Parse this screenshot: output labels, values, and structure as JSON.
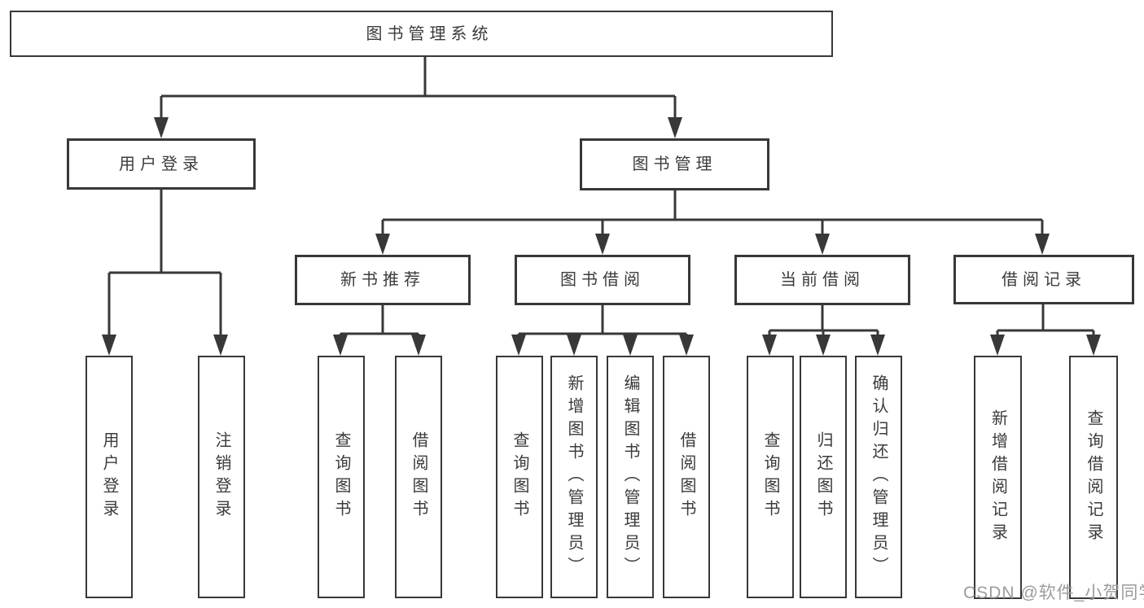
{
  "diagram": {
    "title": "图书管理系统",
    "nodes": {
      "root": "图书管理系统",
      "level1": {
        "login": "用户登录",
        "mgmt": "图书管理"
      },
      "level2": {
        "newbook": "新书推荐",
        "borrow": "图书借阅",
        "current": "当前借阅",
        "records": "借阅记录"
      },
      "leaves": {
        "login": [
          "用户登录",
          "注销登录"
        ],
        "newbook": [
          "查询图书",
          "借阅图书"
        ],
        "borrow": [
          "查询图书",
          "新增图书（管理员）",
          "编辑图书（管理员）",
          "借阅图书"
        ],
        "current": [
          "查询图书",
          "归还图书",
          "确认归还（管理员）"
        ],
        "records": [
          "新增借阅记录",
          "查询借阅记录"
        ]
      }
    },
    "edges": [
      "图书管理系统→用户登录",
      "图书管理系统→图书管理",
      "用户登录→用户登录",
      "用户登录→注销登录",
      "图书管理→新书推荐",
      "图书管理→图书借阅",
      "图书管理→当前借阅",
      "图书管理→借阅记录",
      "新书推荐→查询图书",
      "新书推荐→借阅图书",
      "图书借阅→查询图书",
      "图书借阅→新增图书（管理员）",
      "图书借阅→编辑图书（管理员）",
      "图书借阅→借阅图书",
      "当前借阅→查询图书",
      "当前借阅→归还图书",
      "当前借阅→确认归还（管理员）",
      "借阅记录→新增借阅记录",
      "借阅记录→查询借阅记录"
    ]
  },
  "watermark": {
    "text": "CSDN @软件_小贺同学"
  },
  "colors": {
    "line": "#383838",
    "border": "#383838",
    "text": "#3b3b3b",
    "watermark": "#9c9c9c",
    "background": "#ffffff"
  }
}
